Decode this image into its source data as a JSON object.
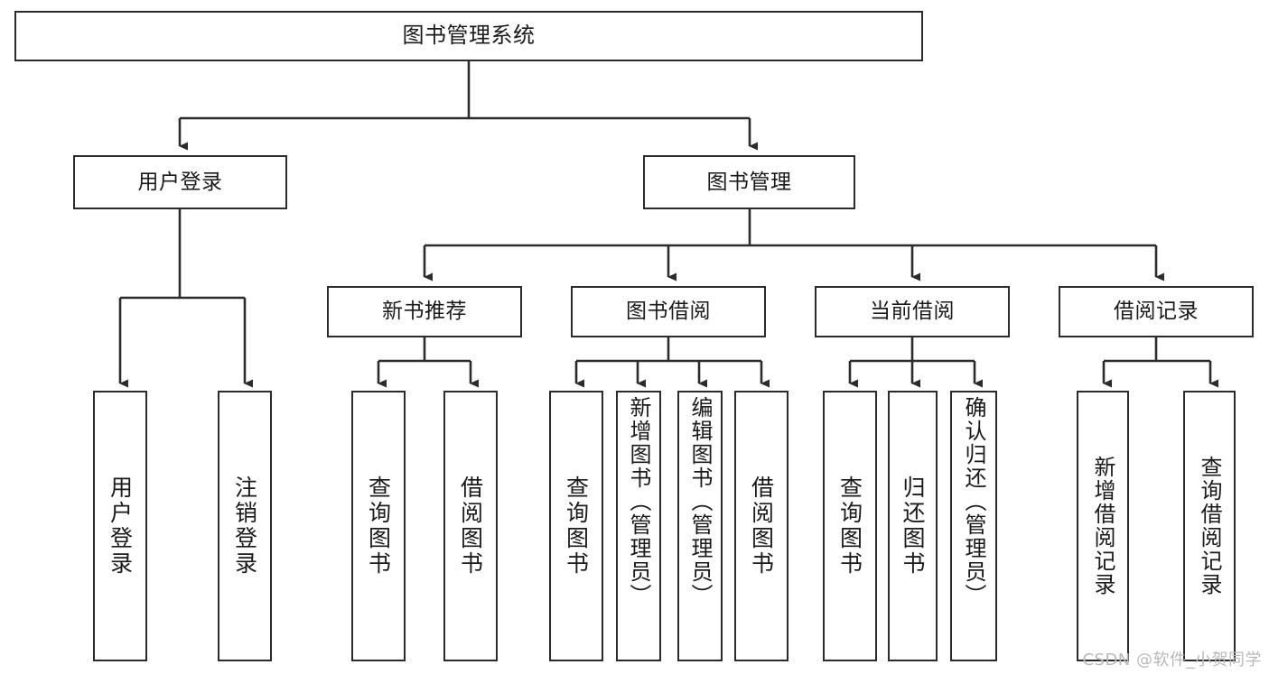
{
  "diagram": {
    "type": "tree-hierarchy-chart",
    "title": "图书管理系统",
    "line_color": "#2b2b2b",
    "box_fill": "#ffffff",
    "text_color": "#1a1a1a",
    "background": "#ffffff",
    "nodes": {
      "root": {
        "label": "图书管理系统",
        "level": 1
      },
      "user_login": {
        "label": "用户登录",
        "level": 2
      },
      "book_manage": {
        "label": "图书管理",
        "level": 2
      },
      "new_book_rec": {
        "label": "新书推荐",
        "level": 3
      },
      "book_borrow": {
        "label": "图书借阅",
        "level": 3
      },
      "current_borrow": {
        "label": "当前借阅",
        "level": 3
      },
      "borrow_record": {
        "label": "借阅记录",
        "level": 3
      },
      "leaf_user_login": {
        "label": "用户登录",
        "level": 4
      },
      "leaf_logout": {
        "label": "注销登录",
        "level": 4
      },
      "leaf_query_book_1": {
        "label": "查询图书",
        "level": 4
      },
      "leaf_borrow_book_1": {
        "label": "借阅图书",
        "level": 4
      },
      "leaf_query_book_2": {
        "label": "查询图书",
        "level": 4
      },
      "leaf_add_book_admin": {
        "label": "新增图书（管理员）",
        "level": 4
      },
      "leaf_edit_book_admin": {
        "label": "编辑图书（管理员）",
        "level": 4
      },
      "leaf_borrow_book_2": {
        "label": "借阅图书",
        "level": 4
      },
      "leaf_query_book_3": {
        "label": "查询图书",
        "level": 4
      },
      "leaf_return_book": {
        "label": "归还图书",
        "level": 4
      },
      "leaf_confirm_return_admin": {
        "label": "确认归还（管理员）",
        "level": 4
      },
      "leaf_add_record": {
        "label": "新增借阅记录",
        "level": 4
      },
      "leaf_query_record": {
        "label": "查询借阅记录",
        "level": 4
      }
    }
  },
  "watermark": {
    "text": "CSDN @软件_小贺同学"
  }
}
